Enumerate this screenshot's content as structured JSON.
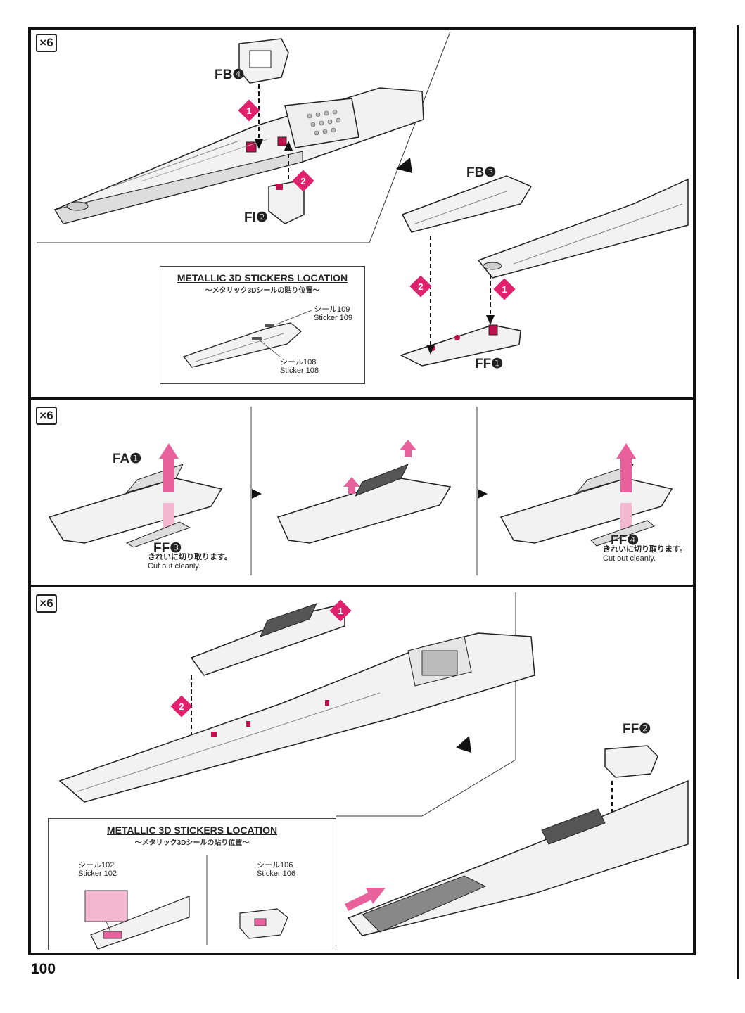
{
  "page": {
    "number": "100"
  },
  "colors": {
    "accent": "#e0216e",
    "line": "#222222",
    "part_fill": "#f2f2f2",
    "part_dark": "#555555"
  },
  "step1": {
    "multiplier": "×6",
    "parts": {
      "fb4": "FB❹",
      "fi2": "FI❷",
      "fb3": "FB❸",
      "ff1": "FF❶"
    },
    "stickers": {
      "title": "METALLIC 3D STICKERS LOCATION",
      "subtitle": "～メタリック3Dシールの貼り位置～",
      "a_jp": "シール109",
      "a_en": "Sticker 109",
      "b_jp": "シール108",
      "b_en": "Sticker 108"
    }
  },
  "step2": {
    "multiplier": "×6",
    "parts": {
      "fa1": "FA❶",
      "ff3": "FF❸",
      "ff4": "FF❹"
    },
    "note_jp": "きれいに切り取ります。",
    "note_en": "Cut out cleanly."
  },
  "step3": {
    "multiplier": "×6",
    "parts": {
      "ff2": "FF❷"
    },
    "stickers": {
      "title": "METALLIC 3D STICKERS LOCATION",
      "subtitle": "～メタリック3Dシールの貼り位置～",
      "a_jp": "シール102",
      "a_en": "Sticker 102",
      "b_jp": "シール106",
      "b_en": "Sticker 106"
    }
  },
  "icons": [
    "pink-step-marker-icon",
    "black-step-number-icon",
    "pink-arrow-icon",
    "dashed-arrow-icon",
    "flow-triangle-icon"
  ]
}
